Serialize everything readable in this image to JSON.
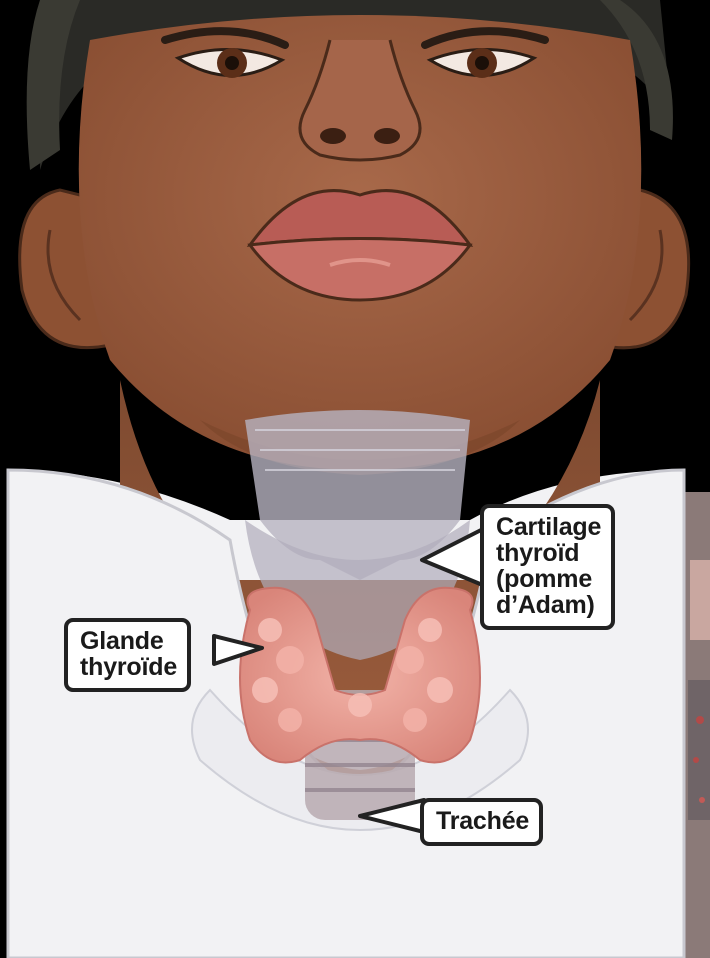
{
  "labels": {
    "cartilage": [
      "Cartilage",
      "thyroïd",
      "(pomme",
      "d’Adam)"
    ],
    "glande": [
      "Glande",
      "thyroïde"
    ],
    "trachee": [
      "Trachée"
    ]
  },
  "colors": {
    "skin": "#9a5c3c",
    "skin_dark": "#7a442a",
    "skin_light": "#b07050",
    "lips": "#b85c55",
    "shirt": "#f2f2f4",
    "thyroid": "#e79a8f",
    "cartilage": "#b7b3c0",
    "callout_border": "#222222"
  },
  "icons": [
    "thyroid-gland-icon",
    "trachea-icon",
    "thyroid-cartilage-icon"
  ]
}
